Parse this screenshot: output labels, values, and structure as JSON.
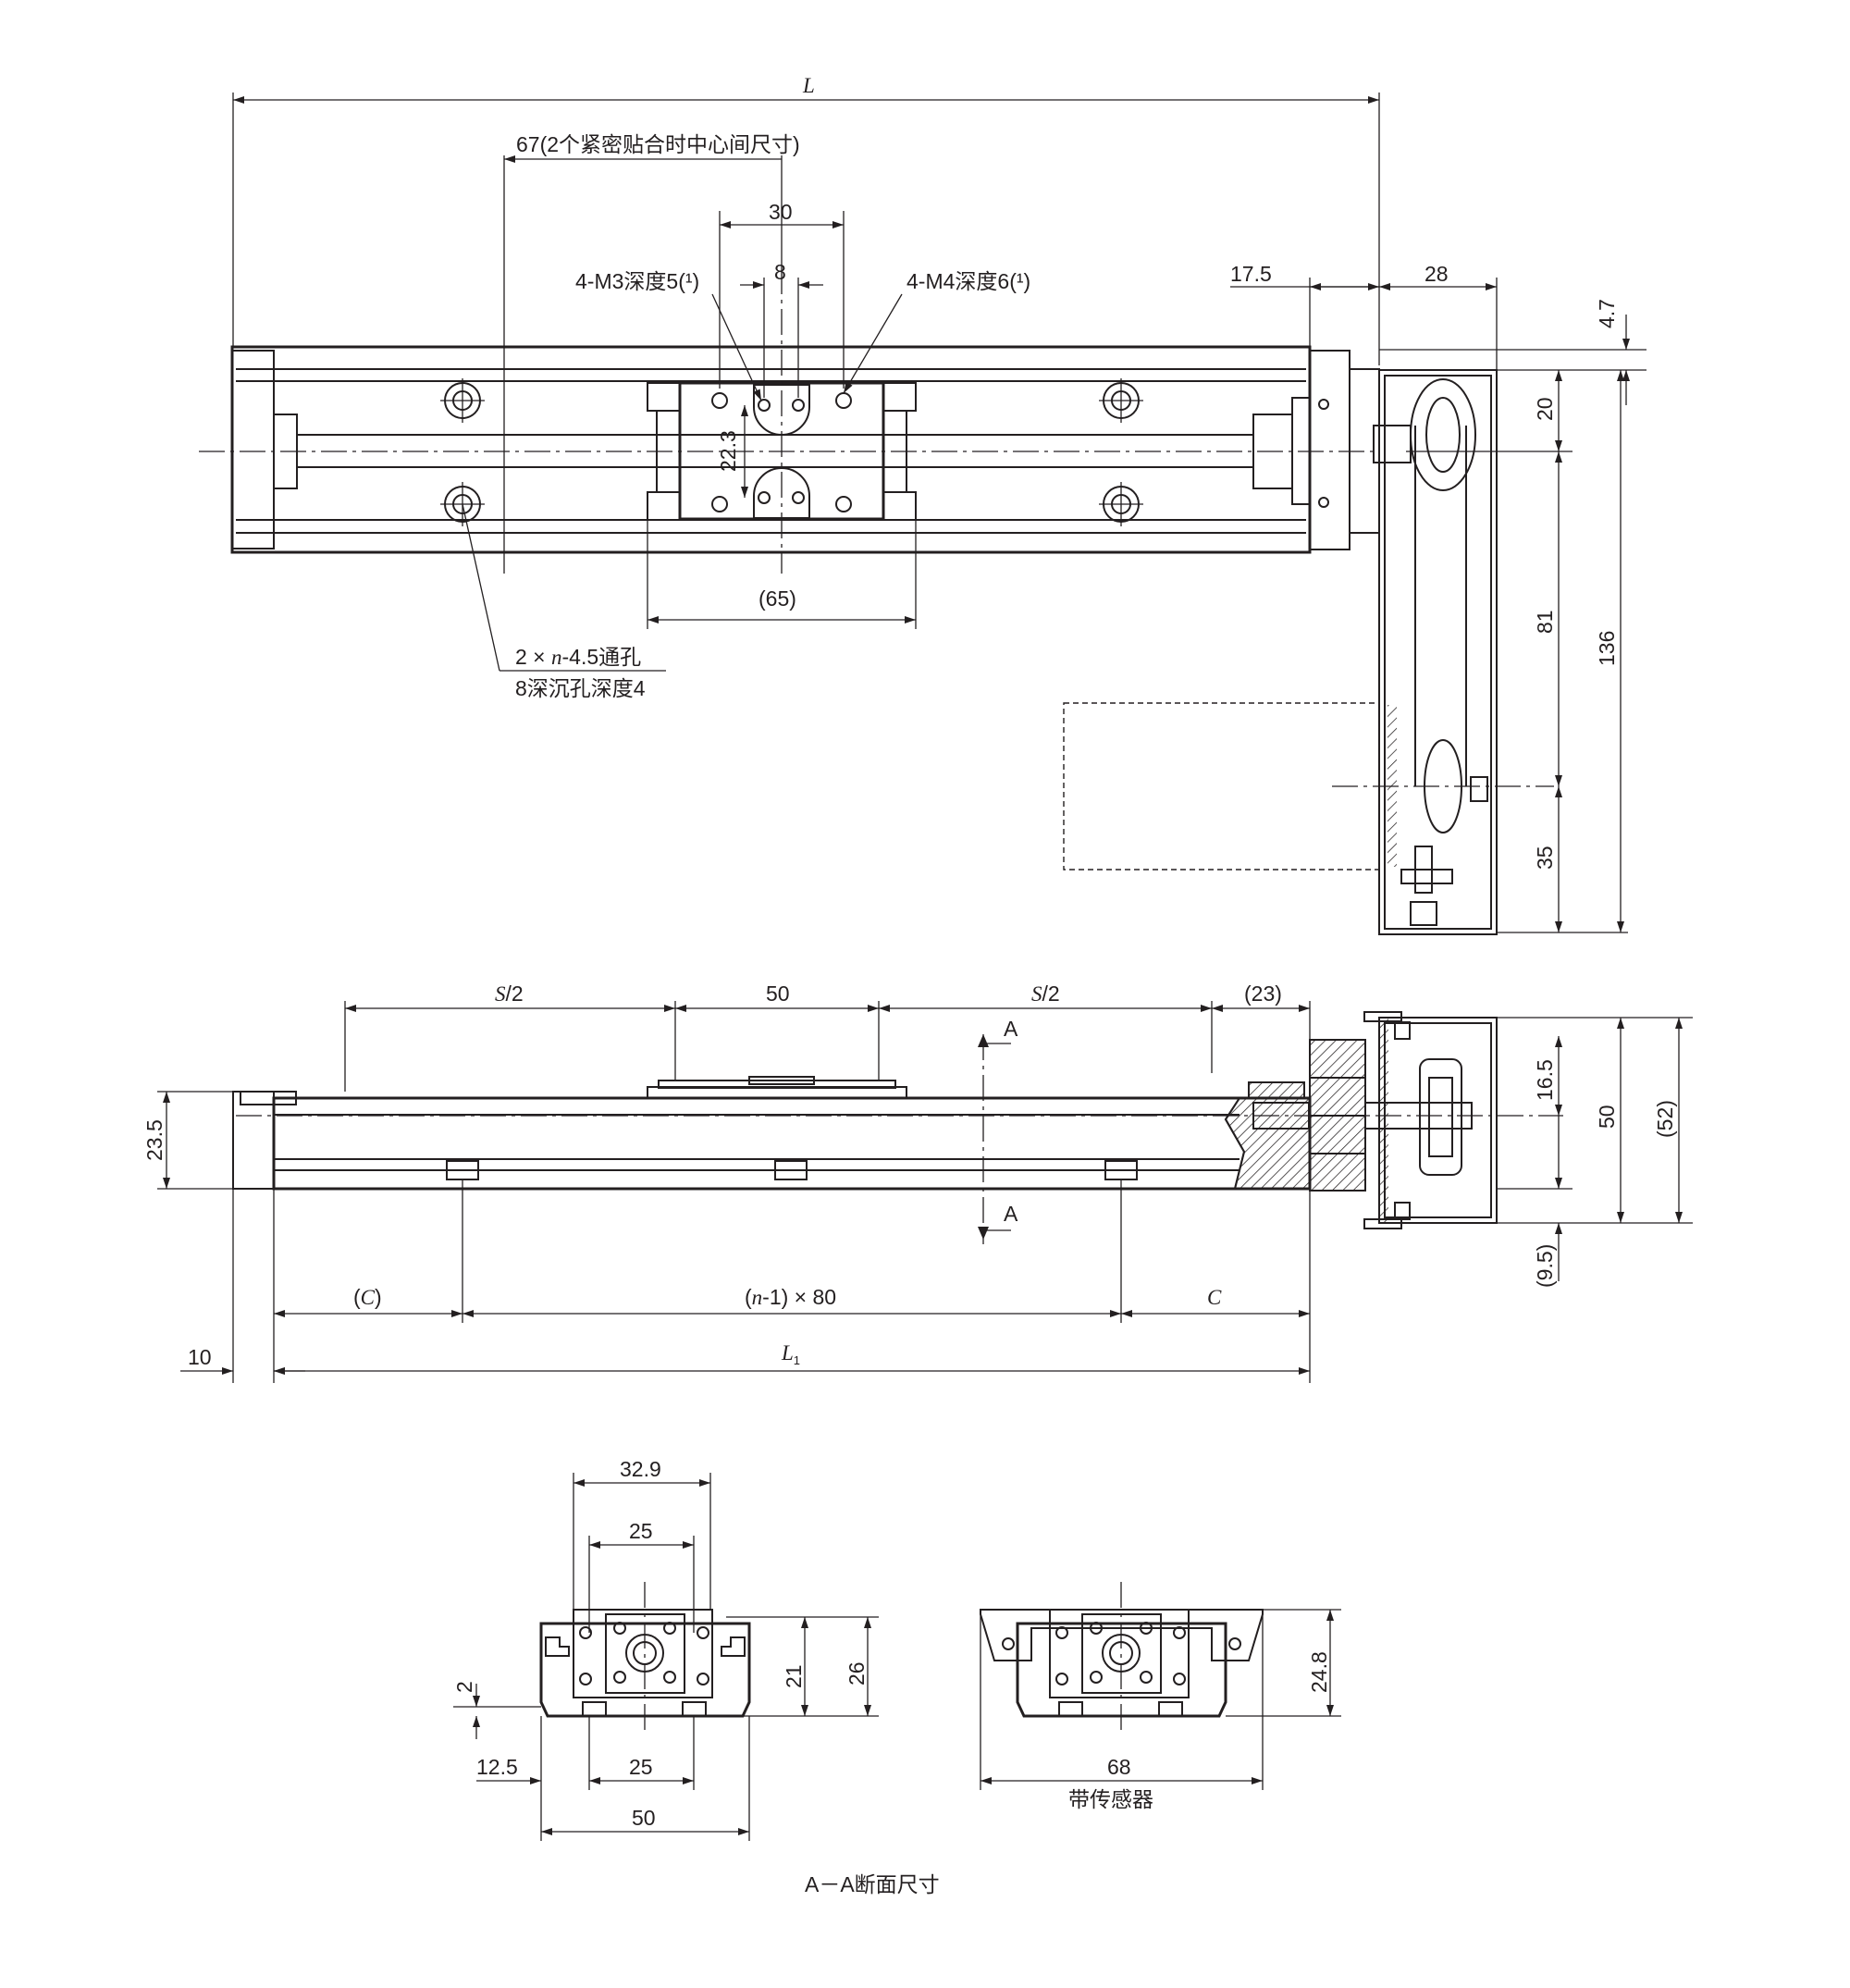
{
  "top_view": {
    "dim_L": "L",
    "dim_67": "67(2个紧密贴合时中心间尺寸)",
    "dim_30": "30",
    "dim_8": "8",
    "note_m3": "4-M3深度5(¹)",
    "note_m4": "4-M4深度6(¹)",
    "dim_17_5": "17.5",
    "dim_28": "28",
    "dim_4_7": "4.7",
    "dim_20": "20",
    "dim_22_3": "22.3",
    "dim_65": "(65)",
    "dim_81": "81",
    "dim_136": "136",
    "dim_35": "35",
    "hole_note_line1_pre": "2 × ",
    "hole_note_line1_n": "n",
    "hole_note_line1_post": "-4.5通孔",
    "hole_note_line2": "8深沉孔深度4"
  },
  "side_view": {
    "dim_S2_left_var": "S",
    "dim_S2_left_post": "/2",
    "dim_50": "50",
    "dim_S2_right_var": "S",
    "dim_S2_right_post": "/2",
    "dim_23": "(23)",
    "section_mark_top": "A",
    "section_mark_bottom": "A",
    "dim_23_5": "23.5",
    "dim_16_5": "16.5",
    "dim_50_v": "50",
    "dim_52": "(52)",
    "dim_9_5": "(9.5)",
    "dim_C_left_pre": "(",
    "dim_C_left_var": "C",
    "dim_C_left_post": ")",
    "dim_n80_pre": "(",
    "dim_n80_var": "n",
    "dim_n80_post": "-1) × 80",
    "dim_C_right": "C",
    "dim_10": "10",
    "dim_L1": "L",
    "dim_L1_sub": "1"
  },
  "section_view": {
    "dim_32_9": "32.9",
    "dim_25_top": "25",
    "dim_2": "2",
    "dim_21": "21",
    "dim_26": "26",
    "dim_12_5": "12.5",
    "dim_25_bottom": "25",
    "dim_50": "50",
    "dim_24_8": "24.8",
    "dim_68": "68",
    "label_sensor": "带传感器",
    "caption": "A－A断面尺寸"
  }
}
